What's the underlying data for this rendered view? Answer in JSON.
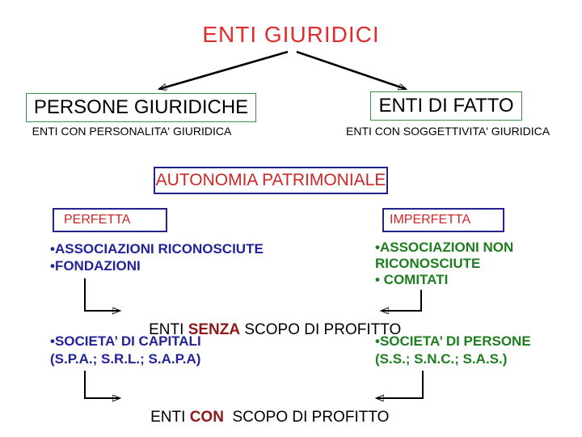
{
  "title": {
    "text": "ENTI GIURIDICI"
  },
  "branch_left": {
    "label": "PERSONE GIURIDICHE",
    "subtitle": "ENTI CON PERSONALITA' GIURIDICA"
  },
  "branch_right": {
    "label": "ENTI DI FATTO",
    "subtitle": "ENTI CON SOGGETTIVITA' GIURIDICA"
  },
  "autonomy_box": {
    "label": "AUTONOMIA PATRIMONIALE"
  },
  "perfetta_box": {
    "label": "PERFETTA"
  },
  "imperfetta_box": {
    "label": "IMPERFETTA"
  },
  "nonprofit_left_list": {
    "items": [
      "•ASSOCIAZIONI RICONOSCIUTE",
      "•FONDAZIONI"
    ]
  },
  "nonprofit_right_list": {
    "items": [
      "•ASSOCIAZIONI NON RICONOSCIUTE",
      "• COMITATI"
    ]
  },
  "nonprofit_line": {
    "prefix": "ENTI ",
    "keyword": "SENZA",
    "suffix": " SCOPO DI PROFITTO"
  },
  "profit_left_list": {
    "items": [
      "•SOCIETA’ DI CAPITALI",
      "(S.P.A.; S.R.L.; S.A.P.A)"
    ]
  },
  "profit_right_list": {
    "items": [
      "•SOCIETA’ DI PERSONE",
      "(S.S.; S.N.C.; S.A.S.)"
    ]
  },
  "profit_line": {
    "prefix": "ENTI ",
    "keyword": "CON",
    "suffix": "  SCOPO DI PROFITTO"
  },
  "colors": {
    "title_red": "#e02c2c",
    "label_red": "#cc2626",
    "keyword_maroon": "#8e1818",
    "navy": "#23238f",
    "blue_text": "#222299",
    "green_text": "#1e7d1e",
    "green_border": "#3f9047",
    "line_black": "#000000"
  }
}
